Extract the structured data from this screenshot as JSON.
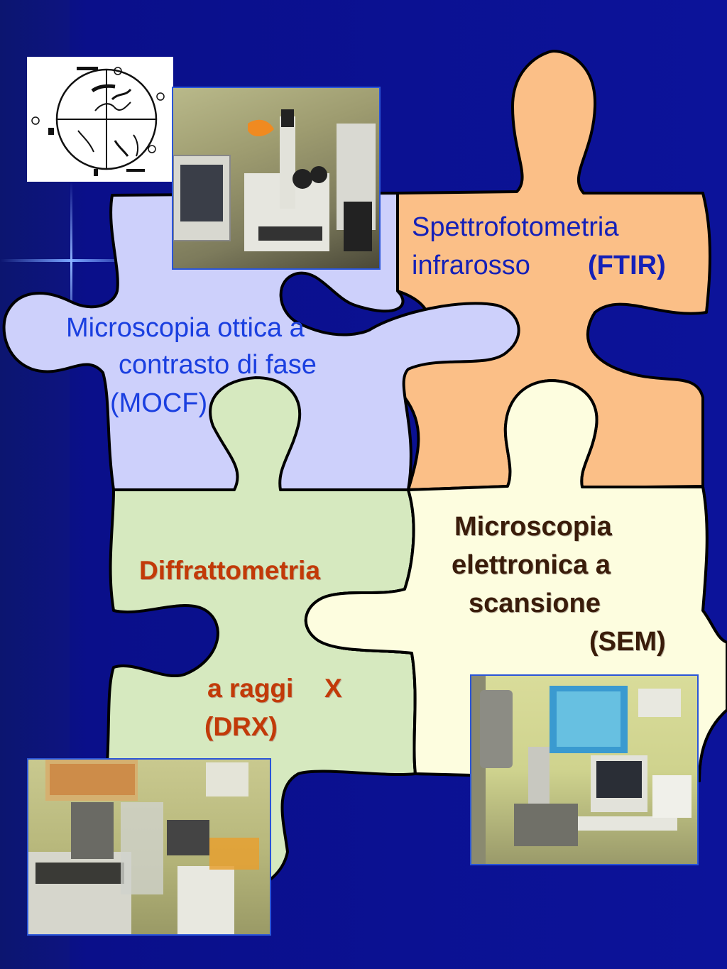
{
  "colors": {
    "background": "#0a0f8a",
    "piece_mocf": "#cdd0fb",
    "piece_ftir": "#fbbf87",
    "piece_drx": "#d6e9bf",
    "piece_sem": "#fdfddf"
  },
  "pieces": {
    "mocf": {
      "line1": "Microscopia ottica a",
      "line2": "contrasto di fase",
      "line3": "(MOCF)"
    },
    "ftir": {
      "line1": "Spettrofotometria",
      "line2": "infrarosso",
      "line2b": "(FTIR)"
    },
    "drx": {
      "line1": "Diffrattometria",
      "line2": "a raggi",
      "line2b": "X",
      "line3": "(DRX)"
    },
    "sem": {
      "line1": "Microscopia",
      "line2": "elettronica a",
      "line3": "scansione",
      "line4": "(SEM)"
    }
  },
  "images": {
    "fiber_diagram": "fiber-counting-graticule-image",
    "microscope_photo": "optical-microscope-photo",
    "xrd_lab_photo": "xrd-laboratory-photo",
    "sem_lab_photo": "sem-laboratory-photo"
  }
}
